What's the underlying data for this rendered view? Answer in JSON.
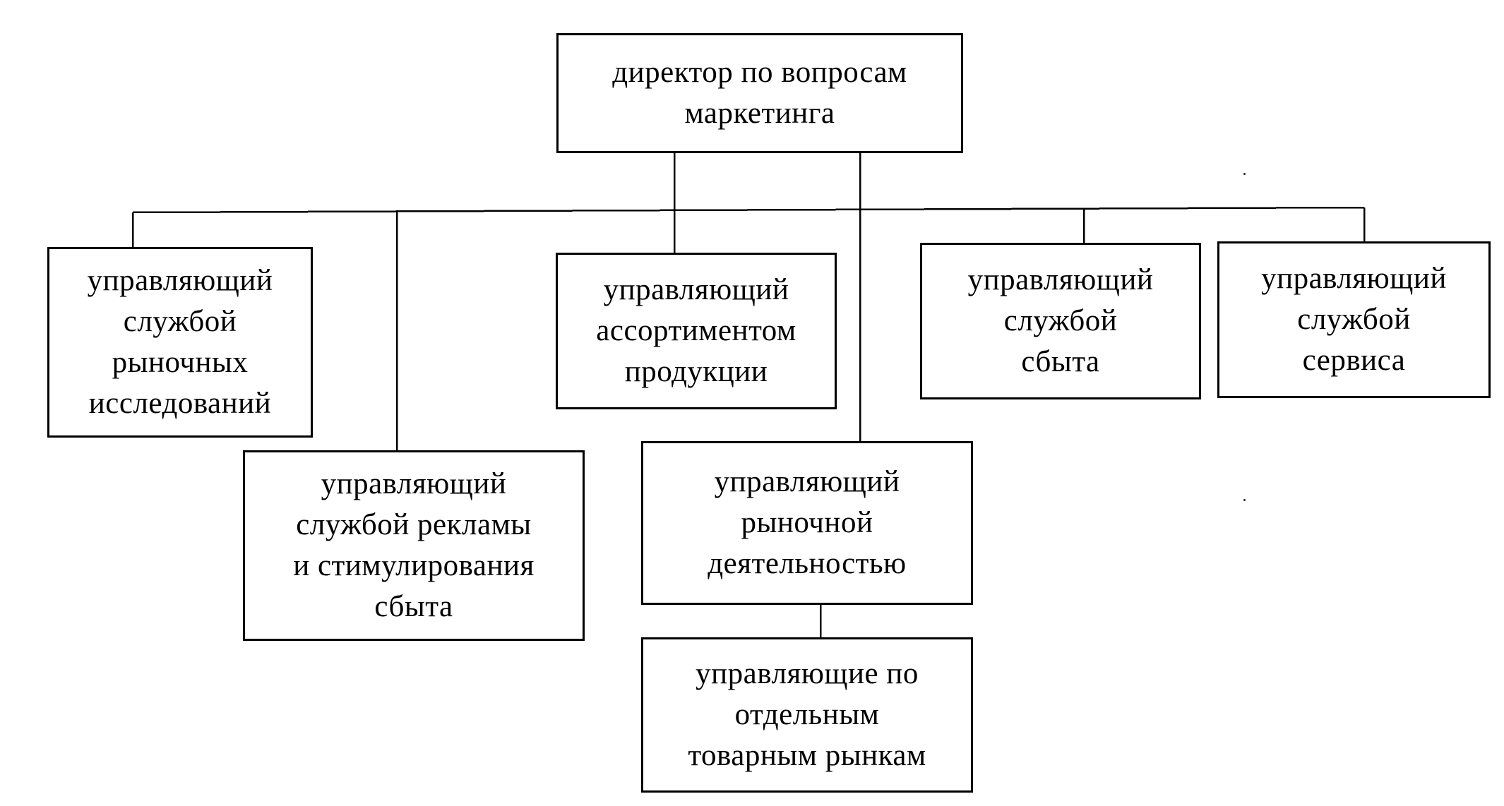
{
  "diagram": {
    "type": "org-chart",
    "nodes": {
      "director": {
        "label": "директор по вопросам\nмаркетинга"
      },
      "research": {
        "label": "управляющий\nслужбой\nрыночных\nисследований"
      },
      "advertising": {
        "label": "управляющий\nслужбой рекламы\nи стимулирования\nсбыта"
      },
      "assortment": {
        "label": "управляющий\nассортиментом\nпродукции"
      },
      "market_activity": {
        "label": "управляющий\nрыночной\nдеятельностью"
      },
      "commodity_markets": {
        "label": "управляющие  по\nотдельным\nтоварным рынкам"
      },
      "sales": {
        "label": "управляющий\nслужбой\nсбыта"
      },
      "service": {
        "label": "управляющий\nслужбой\nсервиса"
      }
    },
    "edges": [
      {
        "from": "director",
        "to": "research"
      },
      {
        "from": "director",
        "to": "advertising"
      },
      {
        "from": "director",
        "to": "assortment"
      },
      {
        "from": "director",
        "to": "market_activity"
      },
      {
        "from": "director",
        "to": "sales"
      },
      {
        "from": "director",
        "to": "service"
      },
      {
        "from": "market_activity",
        "to": "commodity_markets"
      }
    ]
  }
}
